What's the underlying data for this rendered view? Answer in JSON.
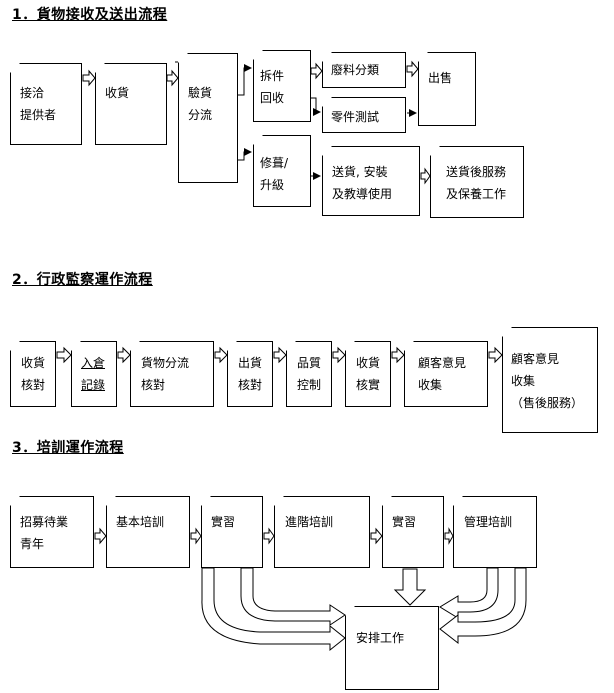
{
  "sections": [
    {
      "title": "1．貨物接收及送出流程",
      "boxes": [
        {
          "id": "a1",
          "lines": [
            "接洽",
            "提供者"
          ]
        },
        {
          "id": "a2",
          "lines": [
            "收貨"
          ]
        },
        {
          "id": "a3",
          "lines": [
            "驗貨",
            "分流"
          ]
        },
        {
          "id": "a4",
          "lines": [
            "拆件",
            "回收"
          ]
        },
        {
          "id": "a5",
          "lines": [
            "廢料分類"
          ]
        },
        {
          "id": "a6",
          "lines": [
            "零件測試"
          ]
        },
        {
          "id": "a7",
          "lines": [
            "出售"
          ]
        },
        {
          "id": "a8",
          "lines": [
            "修葺/",
            "升級"
          ]
        },
        {
          "id": "a9",
          "lines": [
            "送貨, 安裝",
            "及教導使用"
          ]
        },
        {
          "id": "a10",
          "lines": [
            "送貨後服務",
            "及保養工作"
          ]
        }
      ]
    },
    {
      "title": "2．行政監察運作流程",
      "boxes": [
        {
          "id": "b1",
          "lines": [
            "收貨",
            "核對"
          ]
        },
        {
          "id": "b2",
          "lines": [
            "入倉",
            "記錄"
          ]
        },
        {
          "id": "b3",
          "lines": [
            "貨物分流",
            "核對"
          ]
        },
        {
          "id": "b4",
          "lines": [
            "出貨",
            "核對"
          ]
        },
        {
          "id": "b5",
          "lines": [
            "品質",
            "控制"
          ]
        },
        {
          "id": "b6",
          "lines": [
            "收貨",
            "核實"
          ]
        },
        {
          "id": "b7",
          "lines": [
            "顧客意見",
            "收集"
          ]
        },
        {
          "id": "b8",
          "lines": [
            "顧客意見",
            "收集",
            "（售後服務）"
          ]
        }
      ]
    },
    {
      "title": "3．培訓運作流程",
      "boxes": [
        {
          "id": "c1",
          "lines": [
            "招募待業",
            "青年"
          ]
        },
        {
          "id": "c2",
          "lines": [
            "基本培訓"
          ]
        },
        {
          "id": "c3",
          "lines": [
            "實習"
          ]
        },
        {
          "id": "c4",
          "lines": [
            "進階培訓"
          ]
        },
        {
          "id": "c5",
          "lines": [
            "實習"
          ]
        },
        {
          "id": "c6",
          "lines": [
            "管理培訓"
          ]
        },
        {
          "id": "c7",
          "lines": [
            "安排工作"
          ]
        }
      ]
    }
  ]
}
